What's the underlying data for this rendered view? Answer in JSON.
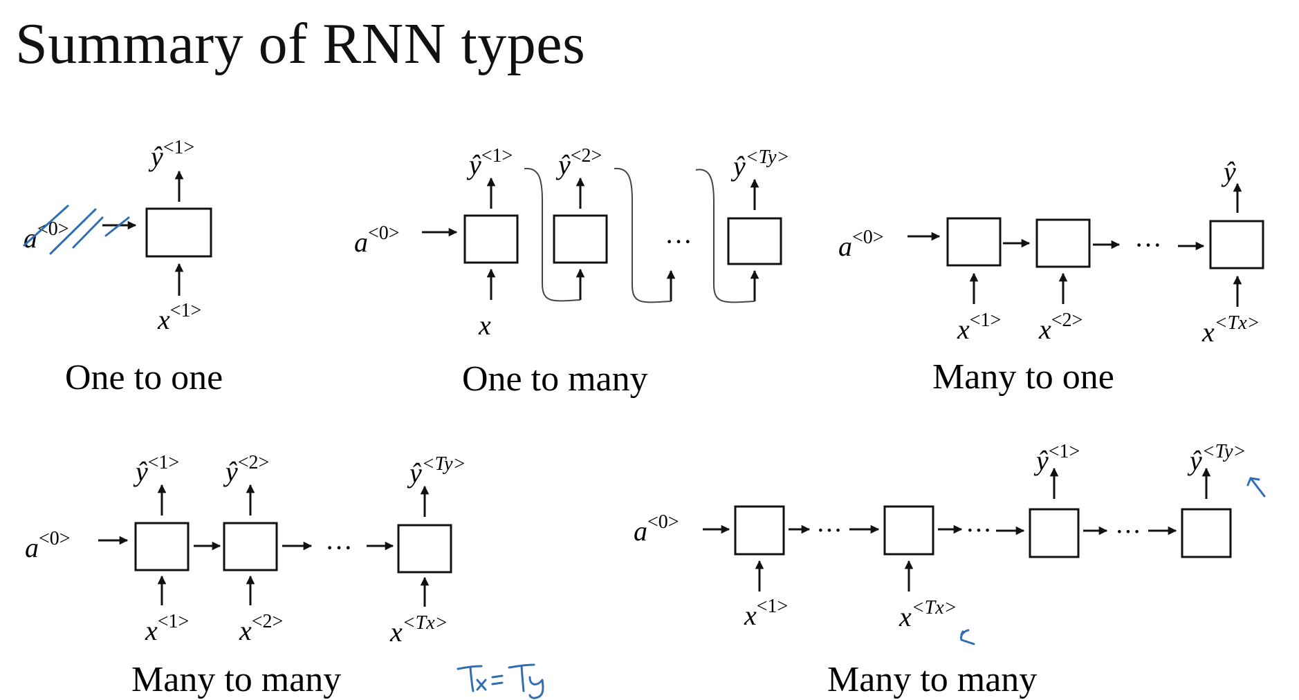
{
  "title": "Summary of RNN types",
  "colors": {
    "ink": "#111111",
    "annotation": "#2f6db5",
    "background": "#ffffff"
  },
  "diagrams": [
    {
      "id": "one-to-one",
      "caption": "One to one",
      "a0": {
        "base": "a",
        "sup": "<0>"
      },
      "inputs": [
        {
          "base": "x",
          "sup": "<1>"
        }
      ],
      "outputs": [
        {
          "base": "ŷ",
          "sup": "<1>"
        }
      ],
      "annotation": "a<0> crossed out"
    },
    {
      "id": "one-to-many",
      "caption": "One to many",
      "a0": {
        "base": "a",
        "sup": "<0>"
      },
      "inputs": [
        {
          "base": "x",
          "sup": ""
        }
      ],
      "outputs": [
        {
          "base": "ŷ",
          "sup": "<1>"
        },
        {
          "base": "ŷ",
          "sup": "<2>"
        },
        {
          "base": "ŷ",
          "sup": "<Ty>"
        }
      ],
      "ellipsis": "···"
    },
    {
      "id": "many-to-one",
      "caption": "Many to one",
      "a0": {
        "base": "a",
        "sup": "<0>"
      },
      "inputs": [
        {
          "base": "x",
          "sup": "<1>"
        },
        {
          "base": "x",
          "sup": "<2>"
        },
        {
          "base": "x",
          "sup": "<Tx>"
        }
      ],
      "outputs": [
        {
          "base": "ŷ",
          "sup": ""
        }
      ],
      "ellipsis": "···"
    },
    {
      "id": "many-to-many-equal",
      "caption": "Many to many",
      "a0": {
        "base": "a",
        "sup": "<0>"
      },
      "inputs": [
        {
          "base": "x",
          "sup": "<1>"
        },
        {
          "base": "x",
          "sup": "<2>"
        },
        {
          "base": "x",
          "sup": "<Tx>"
        }
      ],
      "outputs": [
        {
          "base": "ŷ",
          "sup": "<1>"
        },
        {
          "base": "ŷ",
          "sup": "<2>"
        },
        {
          "base": "ŷ",
          "sup": "<Ty>"
        }
      ],
      "ellipsis": "···",
      "annotation": "Tx = Ty"
    },
    {
      "id": "many-to-many-encdec",
      "caption": "Many to many",
      "a0": {
        "base": "a",
        "sup": "<0>"
      },
      "inputs": [
        {
          "base": "x",
          "sup": "<1>"
        },
        {
          "base": "x",
          "sup": "<Tx>"
        }
      ],
      "outputs": [
        {
          "base": "ŷ",
          "sup": "<1>"
        },
        {
          "base": "ŷ",
          "sup": "<Ty>"
        }
      ],
      "ellipsis": "···",
      "annotation": "arrows pointing at Tx and Ty"
    }
  ]
}
